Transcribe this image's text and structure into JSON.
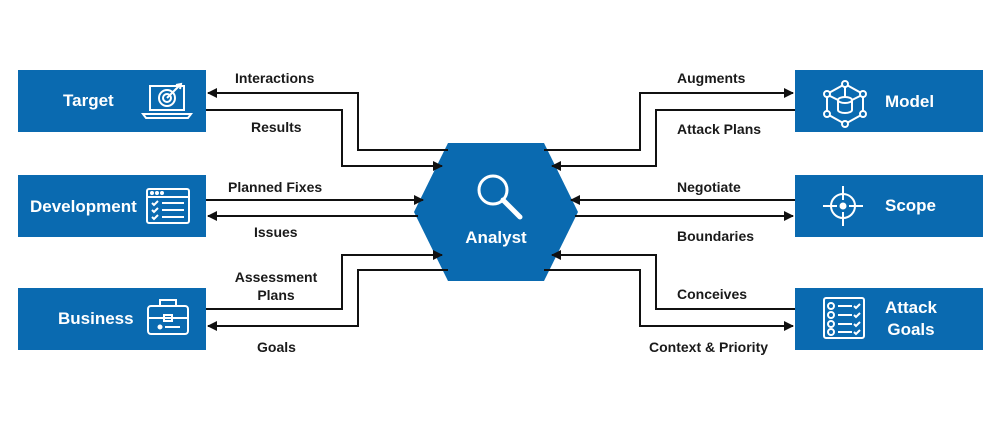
{
  "colors": {
    "box": "#0a6ab0",
    "arrow": "#111111",
    "text": "#1a1a1a"
  },
  "hub": {
    "label": "Analyst",
    "icon": "magnifier-icon"
  },
  "nodes": {
    "target": {
      "label": "Target",
      "icon": "laptop-target-icon"
    },
    "development": {
      "label": "Development",
      "icon": "checklist-window-icon"
    },
    "business": {
      "label": "Business",
      "icon": "briefcase-icon"
    },
    "model": {
      "label": "Model",
      "icon": "network-cube-icon"
    },
    "scope": {
      "label": "Scope",
      "icon": "crosshair-icon"
    },
    "attack_goals": {
      "label_line1": "Attack",
      "label_line2": "Goals",
      "icon": "checklist-clipboard-icon"
    }
  },
  "edges": {
    "interactions": "Interactions",
    "results": "Results",
    "planned_fixes": "Planned Fixes",
    "issues": "Issues",
    "assessment_plans_line1": "Assessment",
    "assessment_plans_line2": "Plans",
    "goals": "Goals",
    "augments": "Augments",
    "attack_plans": "Attack Plans",
    "negotiate": "Negotiate",
    "boundaries": "Boundaries",
    "conceives": "Conceives",
    "context_priority": "Context & Priority"
  }
}
